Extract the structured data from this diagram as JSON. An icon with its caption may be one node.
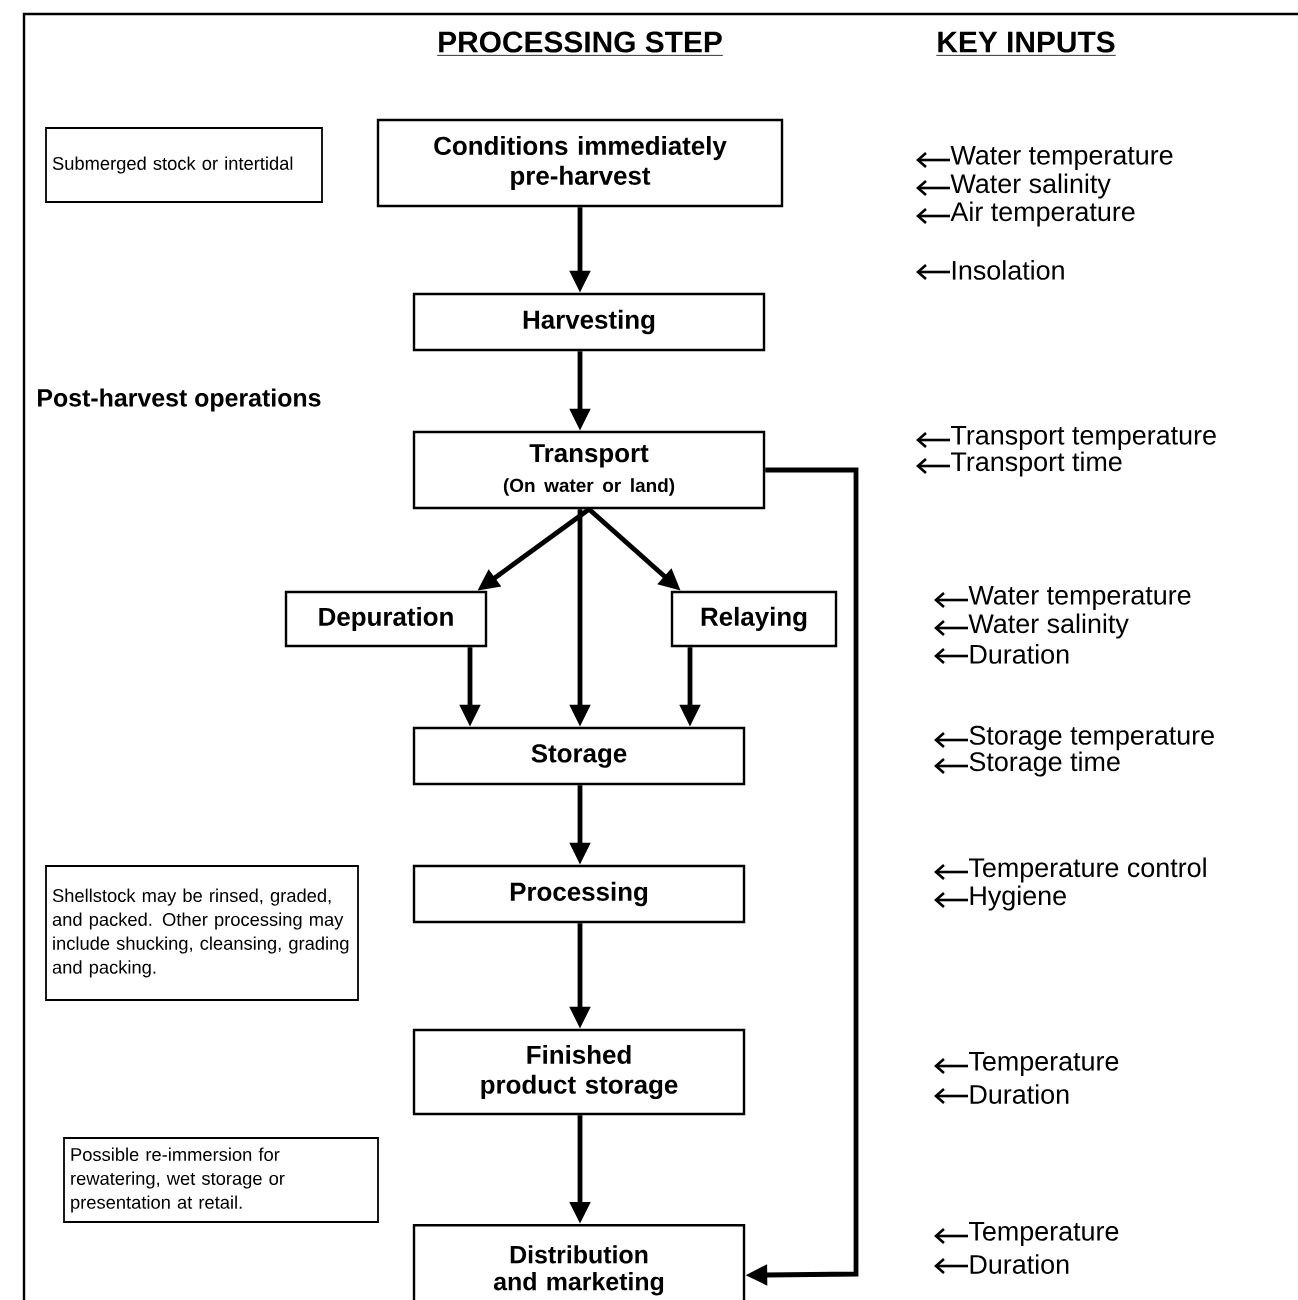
{
  "diagram": {
    "nodes": [
      {
        "text": [
          "Submerged stock or intertidal"
        ]
      },
      {
        "text": [
          "Conditions immediately pre-harvest"
        ]
      },
      {
        "text": [
          "Harvesting"
        ]
      },
      {
        "text": [
          "Transport",
          "(On water or land)"
        ]
      },
      {
        "text": [
          "Depuration"
        ]
      },
      {
        "text": [
          "Relaying"
        ]
      },
      {
        "text": [
          "Storage"
        ]
      },
      {
        "text": [
          "Shellstock may be rinsed, graded, and packed.  Other processing may include shucking, cleansing, grading and packing."
        ]
      },
      {
        "text": [
          "Processing"
        ]
      },
      {
        "text": [
          "Finished product storage"
        ]
      },
      {
        "text": [
          "Possible re-immersion for rewatering, wet storage or presentation at retail."
        ]
      },
      {
        "text": [
          "Distribution and marketing"
        ]
      }
    ],
    "edges": [
      {
        "from": 1,
        "to": 2,
        "arrow": "to"
      },
      {
        "from": 2,
        "to": 3,
        "arrow": "to"
      },
      {
        "from": 3,
        "to": 4,
        "arrow": "to"
      },
      {
        "from": 3,
        "to": 6,
        "arrow": "to"
      },
      {
        "from": 3,
        "to": 5,
        "arrow": "to"
      },
      {
        "from": 4,
        "to": 6,
        "arrow": "to"
      },
      {
        "from": 5,
        "to": 6,
        "arrow": "to"
      },
      {
        "from": 6,
        "to": 8,
        "arrow": "to"
      },
      {
        "from": 8,
        "to": 9,
        "arrow": "to"
      },
      {
        "from": 9,
        "to": 11,
        "arrow": "to"
      },
      {
        "from": 3,
        "to": 11,
        "arrow": "to"
      }
    ],
    "labels": [
      "PROCESSING STEP",
      "KEY INPUTS",
      "Water temperature",
      "Water salinity",
      "Air temperature",
      "Insolation",
      "Post-harvest operations",
      "Transport temperature",
      "Transport time",
      "Water temperature",
      "Water salinity",
      "Duration",
      "Storage temperature",
      "Storage time",
      "Temperature control",
      "Hygiene",
      "Temperature",
      "Duration",
      "Temperature",
      "Duration"
    ]
  }
}
